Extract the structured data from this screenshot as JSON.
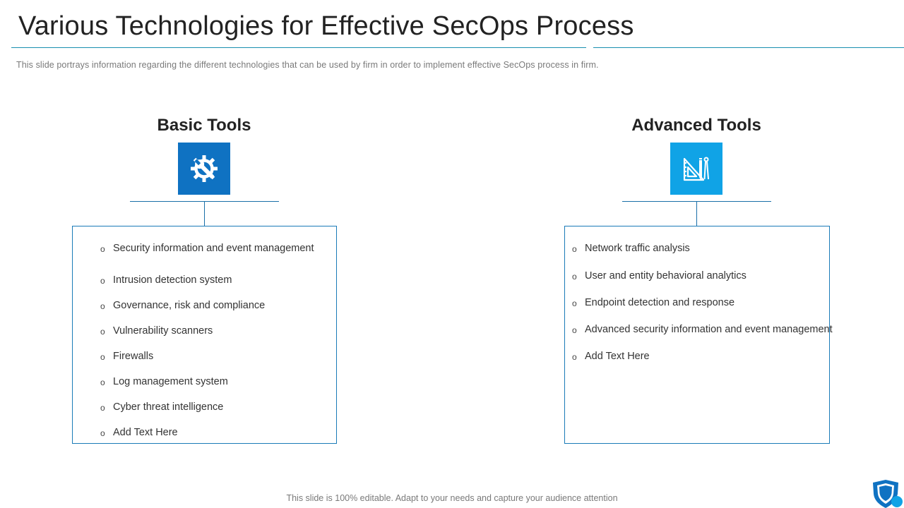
{
  "title": "Various Technologies for Effective SecOps Process",
  "subtitle": "This slide portrays information  regarding the different  technologies that can be used by firm in order to implement effective  SecOps process in firm.",
  "basic": {
    "heading": "Basic Tools",
    "icon": "gear-wrench-icon",
    "color": "#0f72c2",
    "items": [
      "Security information and event management",
      "Intrusion detection system",
      "Governance, risk and compliance",
      "Vulnerability scanners",
      "Firewalls",
      "Log management system",
      "Cyber threat intelligence",
      "Add Text Here"
    ]
  },
  "advanced": {
    "heading": "Advanced Tools",
    "icon": "design-tools-icon",
    "color": "#10a3e6",
    "items": [
      "Network traffic analysis",
      "User and entity behavioral analytics",
      "Endpoint detection and response",
      "Advanced security information and event management",
      "Add Text Here"
    ]
  },
  "bullet_glyph": "o",
  "footer": "This slide is 100% editable. Adapt to your needs and capture your audience attention",
  "logo_icon": "shield-icon"
}
